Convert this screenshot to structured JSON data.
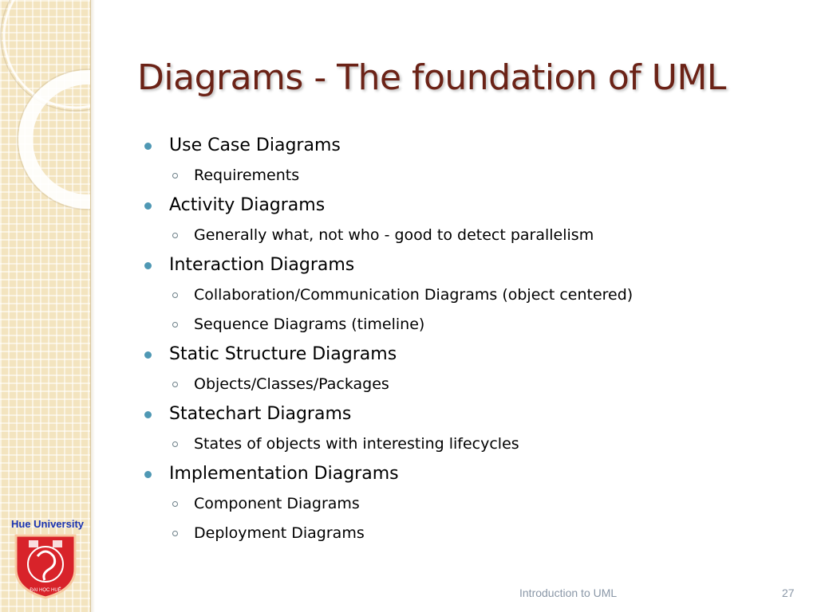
{
  "slide": {
    "title": "Diagrams - The foundation of UML",
    "bullets": [
      {
        "text": "Use Case Diagrams",
        "sub": [
          "Requirements"
        ]
      },
      {
        "text": "Activity Diagrams",
        "sub": [
          "Generally what, not who - good to detect parallelism"
        ]
      },
      {
        "text": "Interaction Diagrams",
        "sub": [
          "Collaboration/Communication Diagrams (object centered)",
          "Sequence Diagrams (timeline)"
        ]
      },
      {
        "text": "Static Structure Diagrams",
        "sub": [
          "Objects/Classes/Packages"
        ]
      },
      {
        "text": "Statechart Diagrams",
        "sub": [
          "States of objects with interesting lifecycles"
        ]
      },
      {
        "text": "Implementation Diagrams",
        "sub": [
          "Component Diagrams",
          "Deployment Diagrams"
        ]
      }
    ]
  },
  "footer": {
    "text": "Introduction to UML",
    "page_number": "27"
  },
  "logo": {
    "label": "Hue University",
    "emblem_text": "ĐẠI HỌC HUẾ"
  },
  "colors": {
    "title": "#6b2216",
    "bullet": "#4f98b4",
    "footer": "#8a97a7",
    "sidebar": "#f3e4bf",
    "logo_shield": "#d8232a",
    "logo_label": "#1a33b0"
  }
}
